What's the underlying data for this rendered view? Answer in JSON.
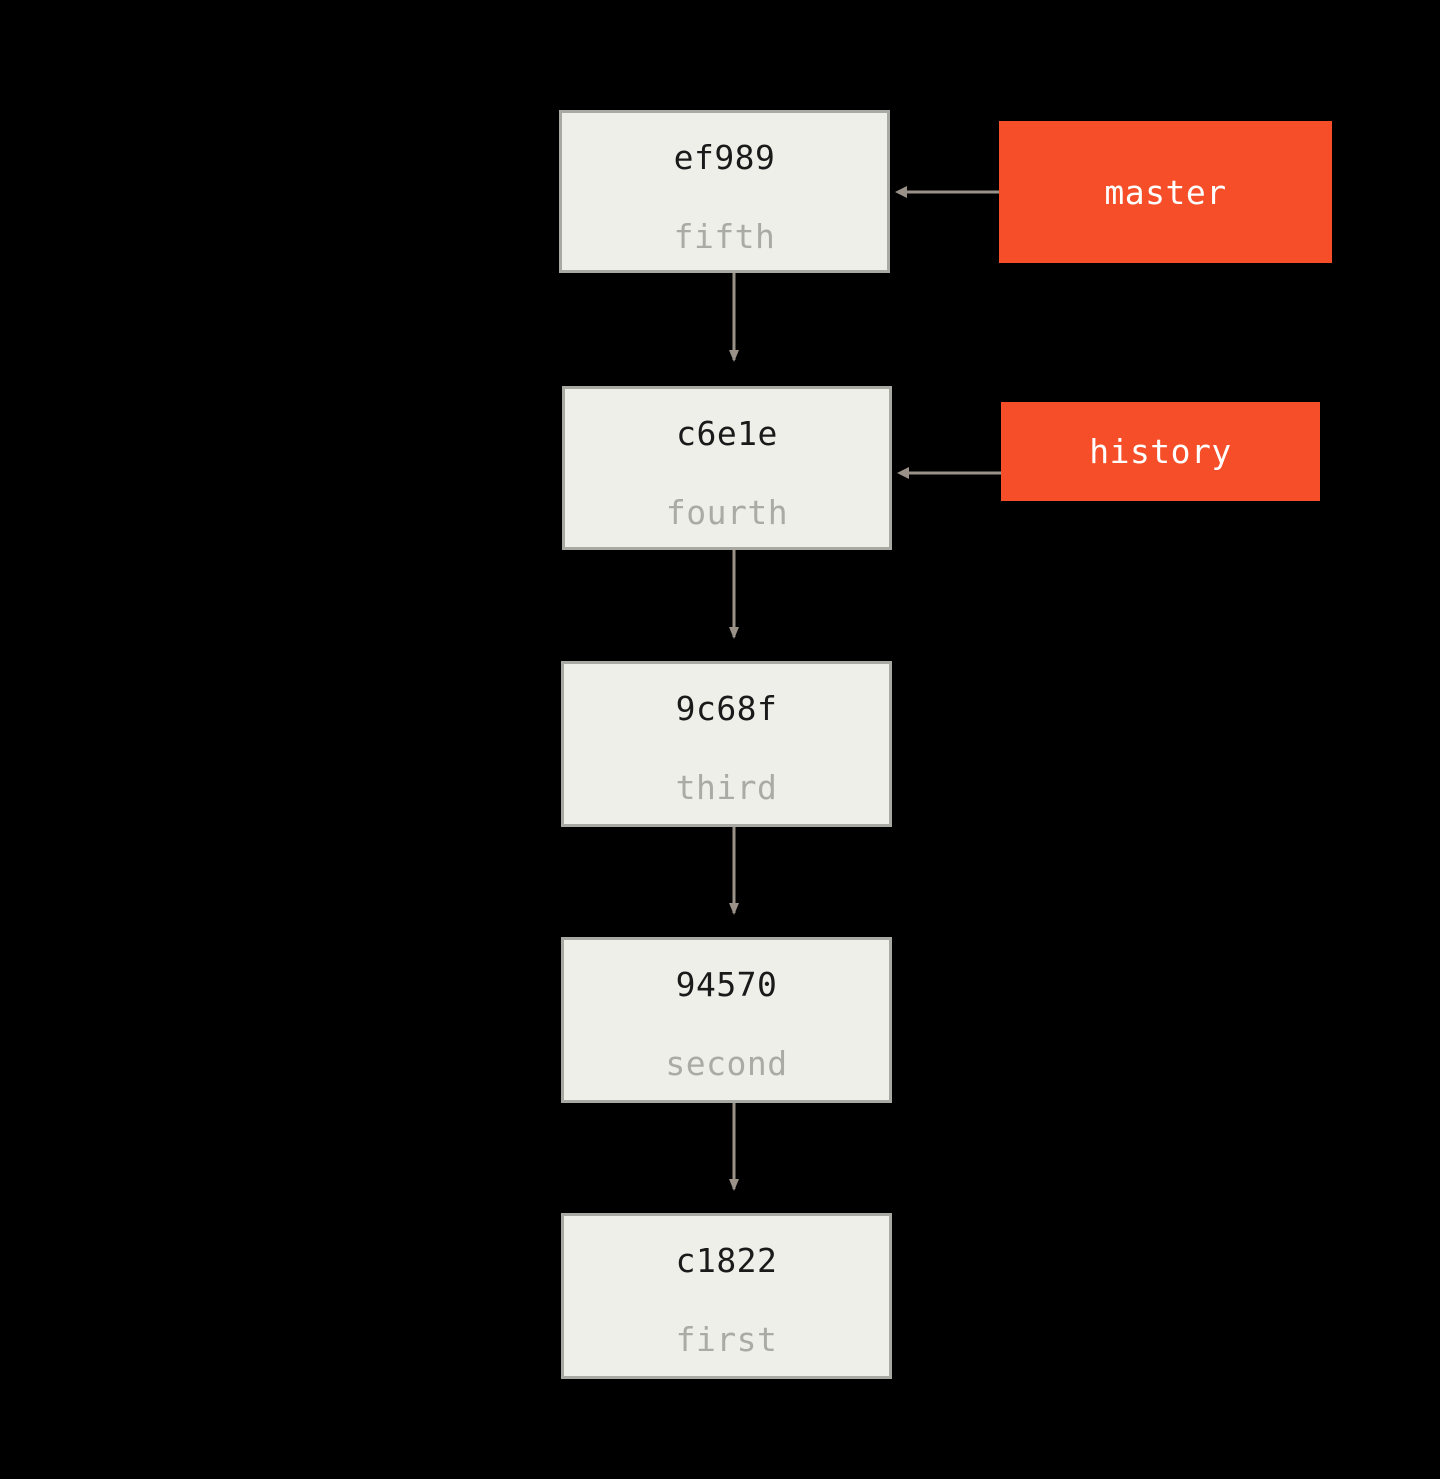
{
  "diagram": {
    "type": "git-commit-graph",
    "background_color": "#000000",
    "node_fill_color": "#EFEFE9",
    "node_border_color": "#A9A9A4",
    "node_hash_text_color": "#1A1A1A",
    "node_message_text_color": "#ABABA6",
    "ref_label_color": "#F54E28",
    "ref_label_text_color": "#FFFFFF",
    "arrow_color": "#9A9289"
  },
  "commits": [
    {
      "hash": "ef989",
      "message": "fifth"
    },
    {
      "hash": "c6e1e",
      "message": "fourth"
    },
    {
      "hash": "9c68f",
      "message": "third"
    },
    {
      "hash": "94570",
      "message": "second"
    },
    {
      "hash": "c1822",
      "message": "first"
    }
  ],
  "refs": [
    {
      "name": "master",
      "points_to": "ef989"
    },
    {
      "name": "history",
      "points_to": "c6e1e"
    }
  ],
  "edges": [
    {
      "from": "ef989",
      "to": "c6e1e",
      "kind": "parent"
    },
    {
      "from": "c6e1e",
      "to": "9c68f",
      "kind": "parent"
    },
    {
      "from": "9c68f",
      "to": "94570",
      "kind": "parent"
    },
    {
      "from": "94570",
      "to": "c1822",
      "kind": "parent"
    },
    {
      "from": "master",
      "to": "ef989",
      "kind": "ref"
    },
    {
      "from": "history",
      "to": "c6e1e",
      "kind": "ref"
    }
  ]
}
